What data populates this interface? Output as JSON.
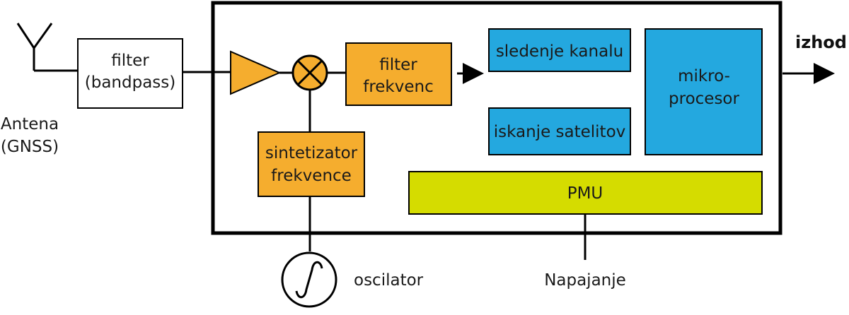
{
  "labels": {
    "antenna_line1": "Antena",
    "antenna_line2": "(GNSS)",
    "filter_line1": "filter",
    "filter_line2": "(bandpass)",
    "freq_filter_line1": "filter",
    "freq_filter_line2": "frekvenc",
    "synth_line1": "sintetizator",
    "synth_line2": "frekvence",
    "channel_tracking": "sledenje kanalu",
    "satellite_search": "iskanje satelitov",
    "micro_line1": "mikro-",
    "micro_line2": "procesor",
    "pmu": "PMU",
    "output": "izhod",
    "oscillator": "oscilator",
    "power": "Napajanje"
  },
  "colors": {
    "orange": "#f5ad2e",
    "blue": "#24a8df",
    "lime": "#d5dc00",
    "outline": "#000000"
  }
}
